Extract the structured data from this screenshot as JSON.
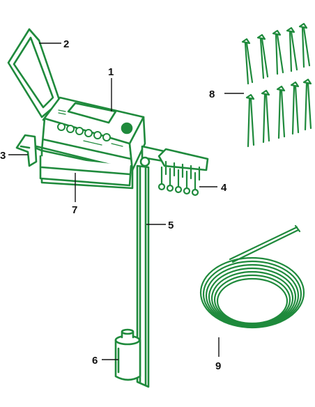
{
  "colors": {
    "outline": "#1f8a3c",
    "fill": "#ffffff",
    "label": "#111111"
  },
  "callouts": {
    "c1": "1",
    "c2": "2",
    "c3": "3",
    "c4": "4",
    "c5": "5",
    "c6": "6",
    "c7": "7",
    "c8": "8",
    "c9": "9"
  }
}
